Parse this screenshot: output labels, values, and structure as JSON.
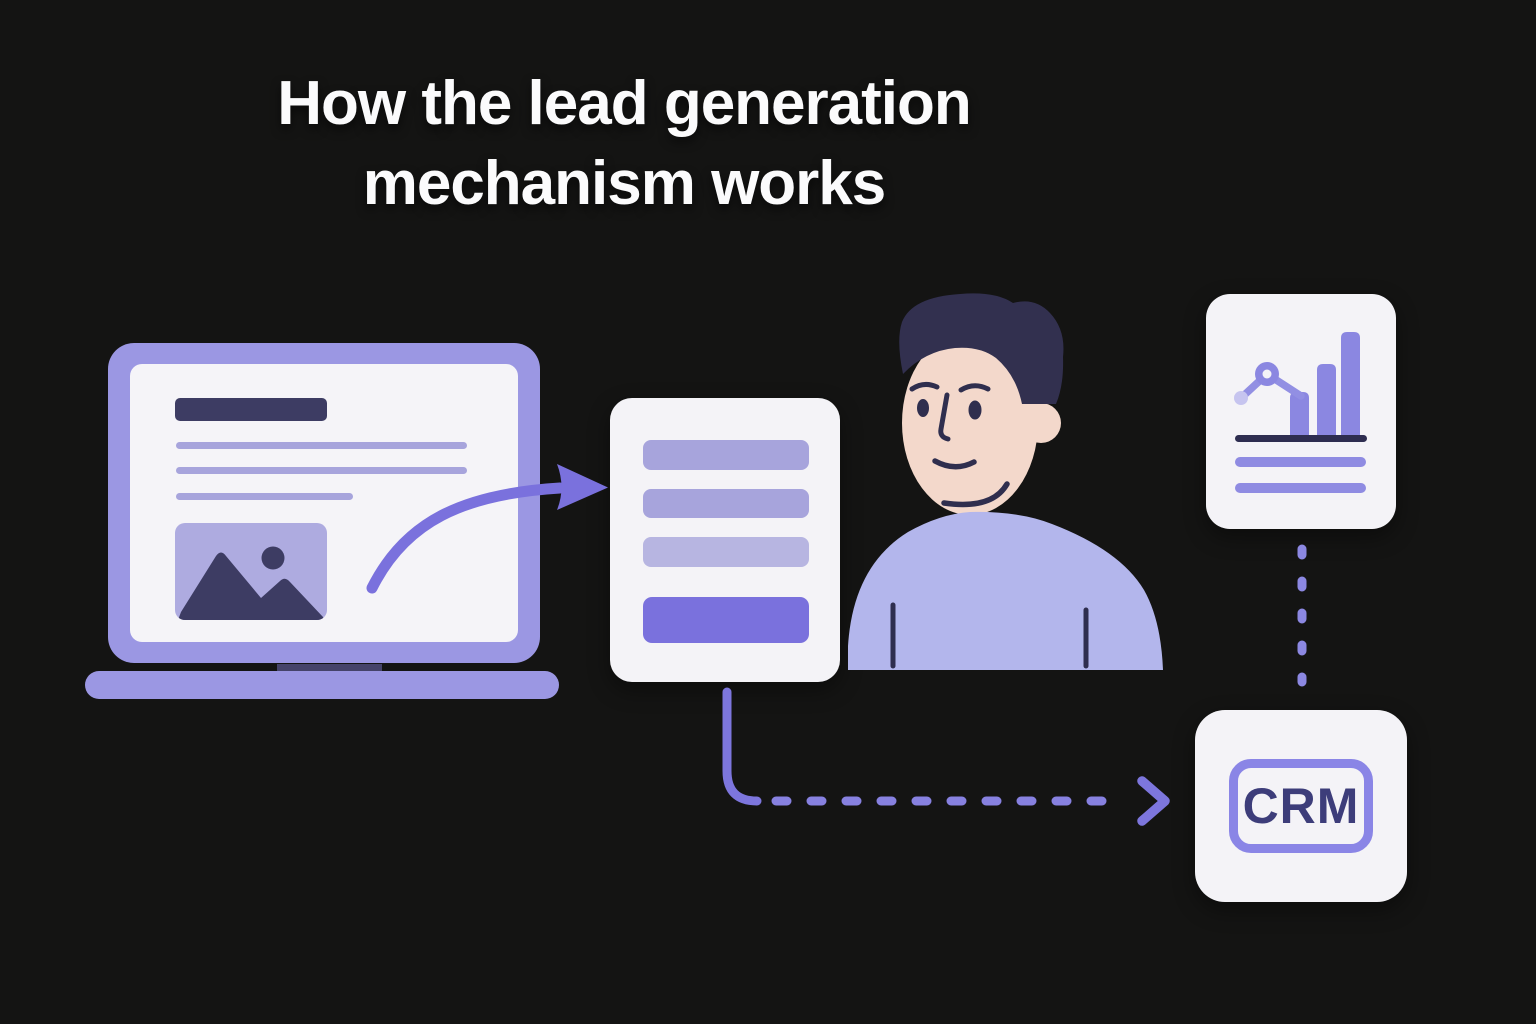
{
  "title": {
    "line1": "How the lead generation",
    "line2": "mechanism works"
  },
  "crm_node": {
    "label": "CRM"
  },
  "flow": {
    "nodes": [
      {
        "id": "landing-page-laptop",
        "kind": "illustration",
        "content": "laptop showing webpage with dark headline bar, three text lines and an image placeholder"
      },
      {
        "id": "lead-form",
        "kind": "illustration",
        "content": "form card with three input fields and one purple submit button"
      },
      {
        "id": "visitor-person",
        "kind": "illustration",
        "content": "person with dark hair wearing a lavender shirt"
      },
      {
        "id": "analytics-report",
        "kind": "illustration",
        "content": "document with rising bar chart, trend line and two text lines"
      },
      {
        "id": "crm-system",
        "kind": "labeled-node",
        "label": "CRM"
      }
    ],
    "edges": [
      {
        "from": "landing-page-laptop",
        "to": "lead-form",
        "style": "solid curved arrow"
      },
      {
        "from": "lead-form",
        "to": "crm-system",
        "style": "elbow connector, dashed with arrowhead"
      },
      {
        "from": "analytics-report",
        "to": "crm-system",
        "style": "vertical dashed line"
      }
    ]
  },
  "analytics_chart": {
    "type": "bar",
    "decorative": true,
    "bar_relative_heights": [
      43,
      71,
      103
    ],
    "trend_points": [
      "low",
      "peak-ring-marker",
      "down-to-first-bar"
    ]
  },
  "colors": {
    "background": "#141413",
    "card_white": "#f4f3f7",
    "lavender_frame": "#9b97e3",
    "soft_purple": "#a7a4dc",
    "field_light": "#b7b5e1",
    "accent_purple": "#7a71dd",
    "connector_purple": "#7d76dd",
    "image_placeholder": "#aeabe0",
    "dark_navy": "#3d3c63",
    "ink": "#2f2e4e",
    "hair": "#32304f",
    "skin": "#f3d8cb",
    "shirt": "#b3b6ec",
    "chart_bar": "#8b87e1",
    "trend_dot_light": "#c6c4ef",
    "crm_text": "#3d3d7a",
    "crm_outline": "#8a85e6",
    "title_text": "#fbfbfc"
  }
}
